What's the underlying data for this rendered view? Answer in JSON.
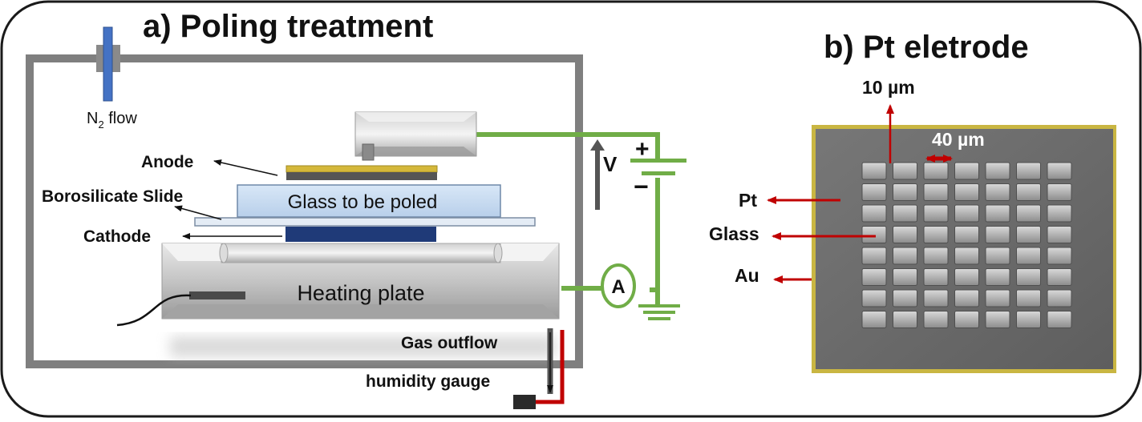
{
  "panel_a": {
    "title": "a)  Poling treatment",
    "n2_label": "N",
    "n2_sub": "2",
    "n2_suffix": " flow",
    "anode": "Anode",
    "slide": "Borosilicate Slide",
    "cathode": "Cathode",
    "glass": "Glass to be poled",
    "heating": "Heating plate",
    "voltage": "V",
    "plus": "+",
    "minus": "−",
    "ammeter": "A",
    "gas": "Gas outflow",
    "humidity": "humidity gauge"
  },
  "panel_b": {
    "title": "b) Pt eletrode",
    "dim_10": "10 µm",
    "dim_40": "40 µm",
    "pt": "Pt",
    "glass": "Glass",
    "au": "Au",
    "grid": {
      "columns": 7,
      "rows": 8
    }
  },
  "colors": {
    "chamber": "#7f7f7f",
    "wire": "#70ad47",
    "arrow_red": "#c00000",
    "n2_valve": "#4472c4",
    "anode_gold": "#d4b83a",
    "cathode_blue": "#1f3a78",
    "glass_blue": "#c8dcf2",
    "electrode_bg": "#6b6b6b",
    "au_frame": "#c9b642"
  }
}
